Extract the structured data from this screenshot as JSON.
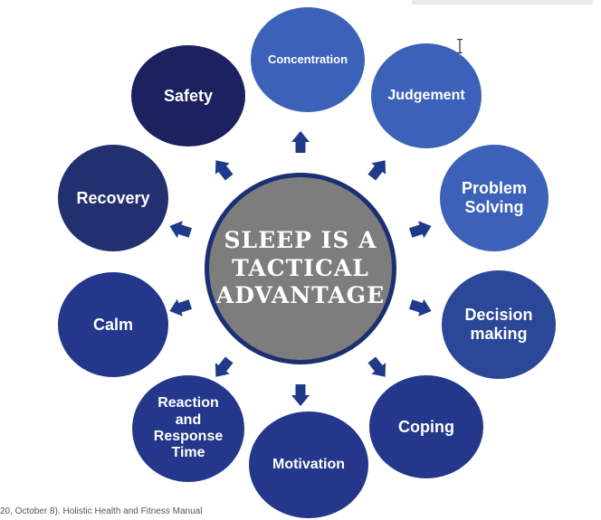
{
  "center": {
    "text": "SLEEP IS A\nTACTICAL\nADVANTAGE"
  },
  "nodes": [
    {
      "key": "concentration",
      "label": "Concentration"
    },
    {
      "key": "judgement",
      "label": "Judgement"
    },
    {
      "key": "problem-solving",
      "label": "Problem\nSolving"
    },
    {
      "key": "decision-making",
      "label": "Decision\nmaking"
    },
    {
      "key": "coping",
      "label": "Coping"
    },
    {
      "key": "motivation",
      "label": "Motivation"
    },
    {
      "key": "reaction",
      "label": "Reaction\nand\nResponse\nTime"
    },
    {
      "key": "calm",
      "label": "Calm"
    },
    {
      "key": "recovery",
      "label": "Recovery"
    },
    {
      "key": "safety",
      "label": "Safety"
    }
  ],
  "citation": "20, October 8). Holistic Health and Fitness Manual",
  "colors": {
    "light_blue": "#3b62b8",
    "mid_blue": "#24378a",
    "dark_navy": "#1c2260",
    "center_gray": "#7d7d7d",
    "arrow": "#1f3a8a"
  }
}
